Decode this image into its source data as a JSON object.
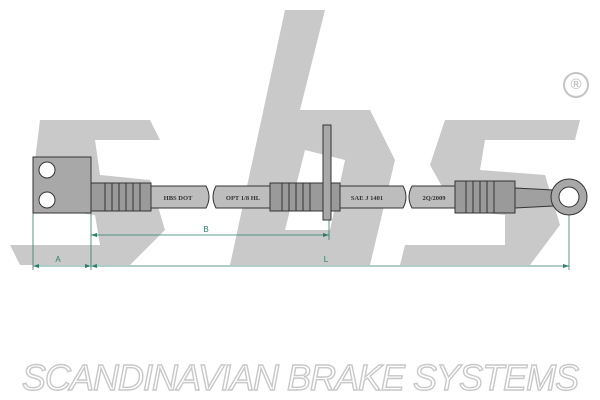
{
  "brand": {
    "logo_text": "sbs",
    "registered_mark": "®",
    "footer": "SCANDINAVIAN BRAKE SYSTEMS"
  },
  "hose": {
    "markings": [
      "HBS DOT",
      "OPT 1/8 HL",
      "SAE J 1401",
      "2Q/2009"
    ]
  },
  "dimensions": {
    "a_label": "A",
    "b_label": "B",
    "l_label": "L"
  },
  "colors": {
    "watermark": "#c9c9c9",
    "dimension_line": "#2e7d6a",
    "metal": "#9a9a9a",
    "outline": "#333333"
  }
}
